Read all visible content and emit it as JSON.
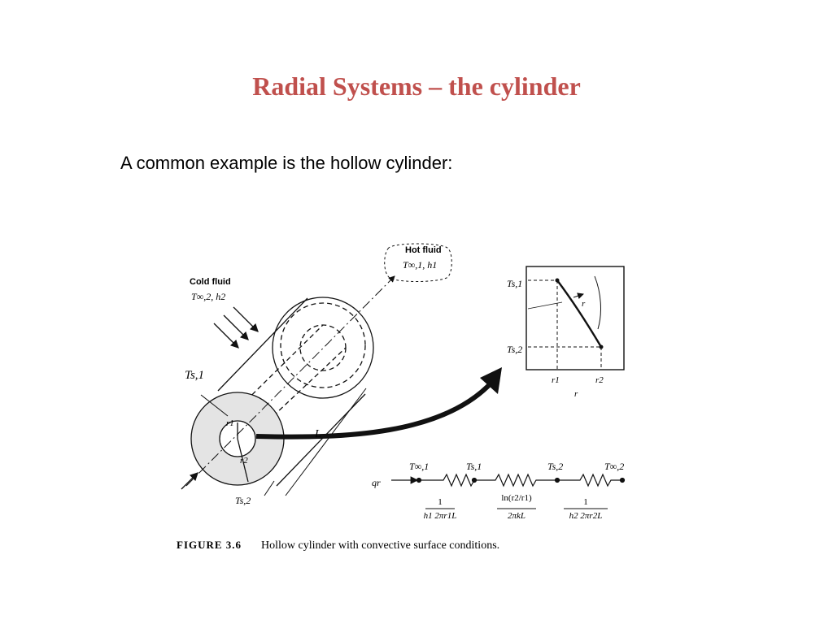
{
  "slide": {
    "title": "Radial Systems – the cylinder",
    "intro": "A common example is the hollow cylinder:"
  },
  "figure": {
    "cold_fluid": {
      "name": "Cold fluid",
      "vars": "T∞,2, h2"
    },
    "hot_fluid": {
      "name": "Hot fluid",
      "vars": "T∞,1, h1"
    },
    "cylinder_labels": {
      "ts1": "Ts,1",
      "ts2": "Ts,2",
      "r1": "r1",
      "r2": "r2",
      "length": "L"
    },
    "graph": {
      "ts1": "Ts,1",
      "ts2": "Ts,2",
      "r1": "r1",
      "r2": "r2",
      "r": "r",
      "axis": "r"
    },
    "circuit": {
      "heat_rate": "qr",
      "nodes": [
        "T∞,1",
        "Ts,1",
        "Ts,2",
        "T∞,2"
      ],
      "resistances": [
        {
          "num": "1",
          "den": "h1 2πr1L"
        },
        {
          "num": "ln(r2/r1)",
          "den": "2πkL"
        },
        {
          "num": "1",
          "den": "h2 2πr2L"
        }
      ]
    },
    "caption": {
      "label": "FIGURE 3.6",
      "text": "Hollow cylinder with convective surface conditions."
    }
  },
  "colors": {
    "title": "#c0504d",
    "text": "#000000",
    "line": "#111111"
  }
}
